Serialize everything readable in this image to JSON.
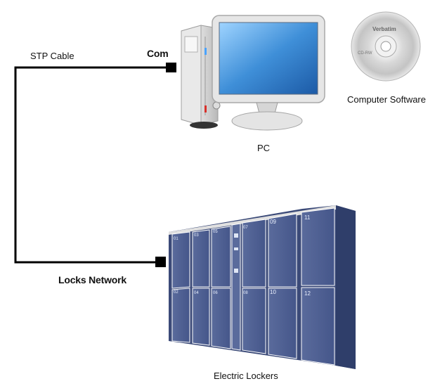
{
  "labels": {
    "cable": "STP Cable",
    "com": "Com",
    "pc": "PC",
    "software": "Computer Software",
    "network": "Locks Network",
    "lockers": "Electric Lockers"
  },
  "cd": {
    "brand": "Verbatim",
    "type": "CD-RW"
  },
  "locker_numbers": [
    "01",
    "02",
    "03",
    "04",
    "05",
    "06",
    "07",
    "08",
    "09",
    "10",
    "11",
    "12"
  ],
  "colors": {
    "locker_door": "#4a5b8c",
    "locker_side": "#2f3e6a",
    "cable": "#000000",
    "screen": "#3f8fd8"
  }
}
